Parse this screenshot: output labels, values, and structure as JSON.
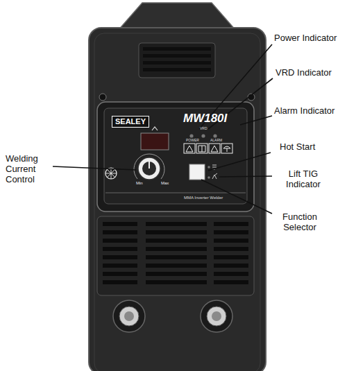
{
  "diagram": {
    "labels": [
      "Power Indicator",
      "VRD Indicator",
      "Alarm Indicator",
      "Hot Start",
      "Lift TIG Indicator",
      "Welding Current Control",
      "Function Selector",
      "SEALEY",
      "MW180I",
      "POWER",
      "VRD",
      "ALARM",
      "Min",
      "Max",
      "MMA Inverter Welder"
    ]
  }
}
